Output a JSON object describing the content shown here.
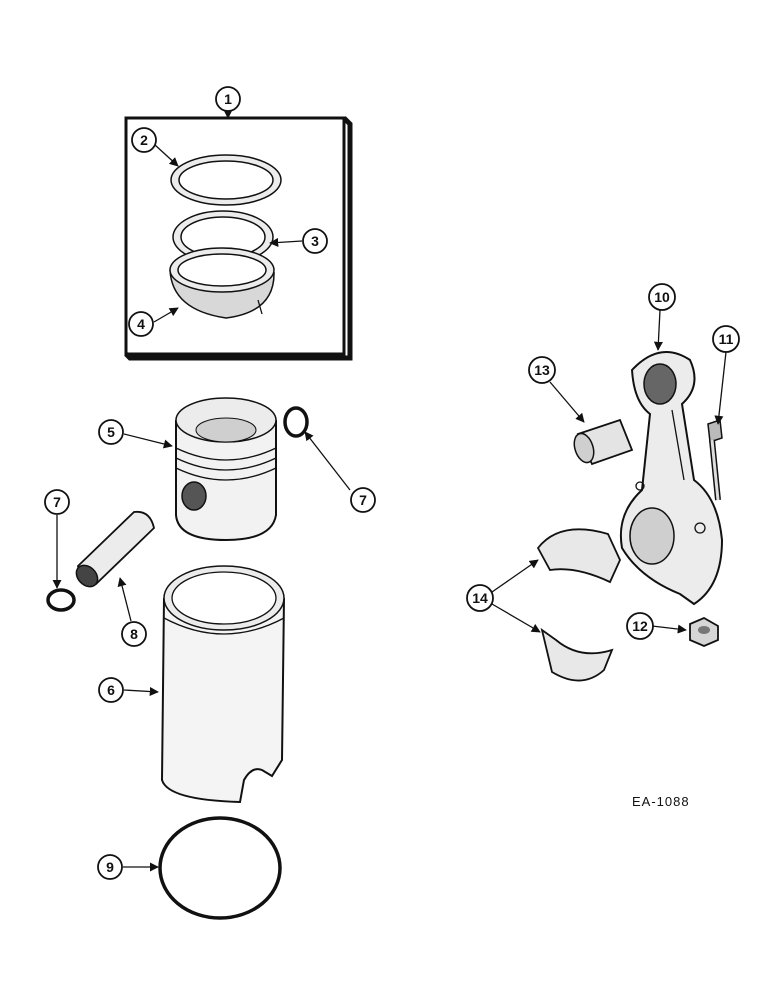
{
  "figure_code": "EA-1088",
  "callouts": {
    "c1": "1",
    "c2": "2",
    "c3": "3",
    "c4": "4",
    "c5": "5",
    "c6": "6",
    "c7a": "7",
    "c7b": "7",
    "c8": "8",
    "c9": "9",
    "c10": "10",
    "c11": "11",
    "c12": "12",
    "c13": "13",
    "c14": "14"
  },
  "parts": [
    "piston-ring-set",
    "top-compression-ring",
    "second-compression-ring",
    "oil-control-ring",
    "piston",
    "cylinder-sleeve",
    "snap-ring",
    "piston-pin",
    "o-ring",
    "connecting-rod",
    "rod-bolt",
    "rod-nut",
    "pin-bushing",
    "rod-bearing-shells"
  ]
}
